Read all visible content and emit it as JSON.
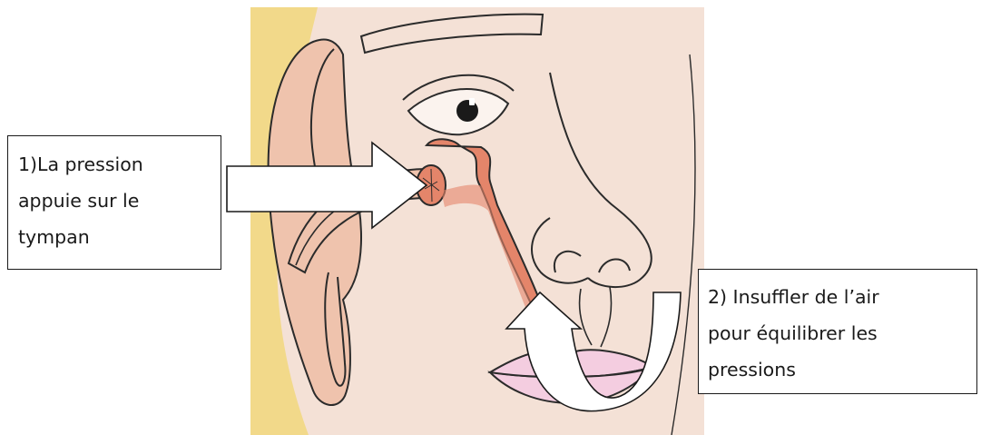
{
  "illustration": {
    "subject": "ear-nose-cross-section",
    "skin_color": "#f4e1d6",
    "ear_color": "#efc3ad",
    "airway_color": "#e4856a",
    "lips_color": "#f4cde0",
    "hair_color": "#f2d98a",
    "outline_color": "#2b2b2b"
  },
  "callouts": [
    {
      "id": "pressure-on-eardrum",
      "lines": [
        "1)La pression",
        "appuie sur le",
        "tympan"
      ]
    },
    {
      "id": "blow-air",
      "lines": [
        "2) Insuffler de l’air",
        "pour équilibrer les",
        "pressions"
      ]
    }
  ],
  "arrows": [
    {
      "id": "pressure-arrow",
      "direction": "right",
      "fill": "#ffffff"
    },
    {
      "id": "u-turn-arrow",
      "direction": "u-turn-up",
      "fill": "#ffffff"
    }
  ]
}
